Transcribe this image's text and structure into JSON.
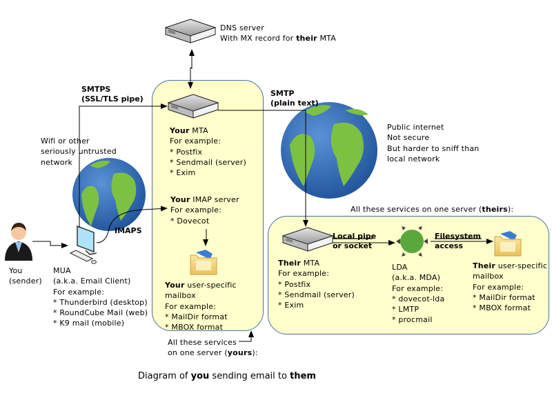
{
  "dns": {
    "title": "DNS server",
    "line2_pre": "With MX record for ",
    "line2_bold": "their",
    "line2_post": " MTA"
  },
  "links": {
    "smtps_1": "SMTPS",
    "smtps_2": "(SSL/TLS pipe)",
    "smtp_1": "SMTP",
    "smtp_2": "(plain text)",
    "imaps": "IMAPS",
    "local_pipe_1": "Local pipe",
    "local_pipe_2": "or socket",
    "filesystem_1": "Filesystem",
    "filesystem_2": "access"
  },
  "wifi_note": [
    "Wifi or other",
    "seriously untrusted",
    "network"
  ],
  "internet_note": [
    "Public internet",
    "Not secure",
    "But harder to sniff than",
    "local network"
  ],
  "you": {
    "line1": "You",
    "line2": "(sender)"
  },
  "mua": {
    "lines": [
      "MUA",
      "(a.k.a. Email Client)",
      "For example:",
      "* Thunderbird (desktop)",
      "* RoundCube Mail (web)",
      "* K9 mail (mobile)"
    ]
  },
  "your_server": {
    "mta_bold": "Your",
    "mta_rest": " MTA",
    "mta_lines": [
      "For example:",
      "* Postfix",
      "* Sendmail (server)",
      "* Exim"
    ],
    "imap_bold": "Your",
    "imap_rest": " IMAP server",
    "imap_lines": [
      "For example:",
      "* Dovecot"
    ],
    "mailbox_bold": "Your",
    "mailbox_rest": " user-specific",
    "mailbox_lines": [
      "mailbox",
      "For example:",
      "* MailDir format",
      "* MBOX format"
    ],
    "footer_1": "All these services",
    "footer_2_pre": "on one server (",
    "footer_2_bold": "yours",
    "footer_2_post": "):"
  },
  "their_server": {
    "header_pre": "All these services on one server (",
    "header_bold": "theirs",
    "header_post": "):",
    "mta_bold": "Their",
    "mta_rest": " MTA",
    "mta_lines": [
      "For example:",
      "* Postfix",
      "* Sendmail (server)",
      "* Exim"
    ],
    "lda_lines": [
      "LDA",
      "(a.k.a. MDA)",
      "For example:",
      "* dovecot-lda",
      "* LMTP",
      "* procmail"
    ],
    "mailbox_bold": "Their",
    "mailbox_rest": " user-specific",
    "mailbox_lines": [
      "mailbox",
      "For example:",
      "* MailDir format",
      "* MBOX format"
    ]
  },
  "caption": {
    "pre": "Diagram of ",
    "b1": "you",
    "mid": " sending email to ",
    "b2": "them"
  },
  "colors": {
    "box_fill": "#ffffcc",
    "box_border": "#4a6ea3",
    "lda_green": "#5aa83c",
    "globe_blue": "#2e6bb5",
    "globe_land": "#7dc142"
  }
}
